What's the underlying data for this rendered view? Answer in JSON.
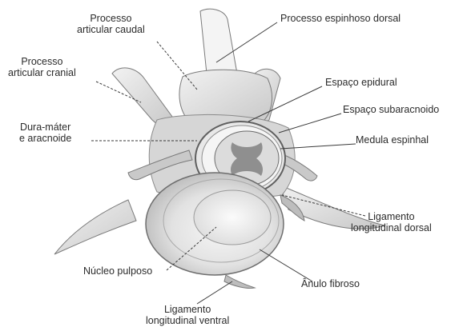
{
  "labels": {
    "processo_articular_caudal": [
      "Processo",
      "articular caudal"
    ],
    "processo_espinhoso_dorsal": [
      "Processo espinhoso dorsal"
    ],
    "processo_articular_cranial": [
      "Processo",
      "articular cranial"
    ],
    "espaco_epidural": [
      "Espaço epidural"
    ],
    "espaco_subaracnoido": [
      "Espaço subaracnoido"
    ],
    "dura_mater": [
      "Dura-máter",
      "e aracnoide"
    ],
    "medula_espinhal": [
      "Medula espinhal"
    ],
    "ligamento_longitudinal_dorsal": [
      "Ligamento",
      "longitudinal dorsal"
    ],
    "nucleo_pulposo": [
      "Núcleo pulposo"
    ],
    "anulo_fibroso": [
      "Ânulo fibroso"
    ],
    "ligamento_longitudinal_ventral": [
      "Ligamento",
      "longitudinal ventral"
    ]
  },
  "colors": {
    "bone_light": "#eeeeee",
    "bone_mid": "#d2d2d2",
    "bone_dark": "#9a9a9a",
    "outline": "#6e6e6e",
    "gray_matter": "#8f8f8f",
    "leader_line": "#3a3a3a"
  }
}
